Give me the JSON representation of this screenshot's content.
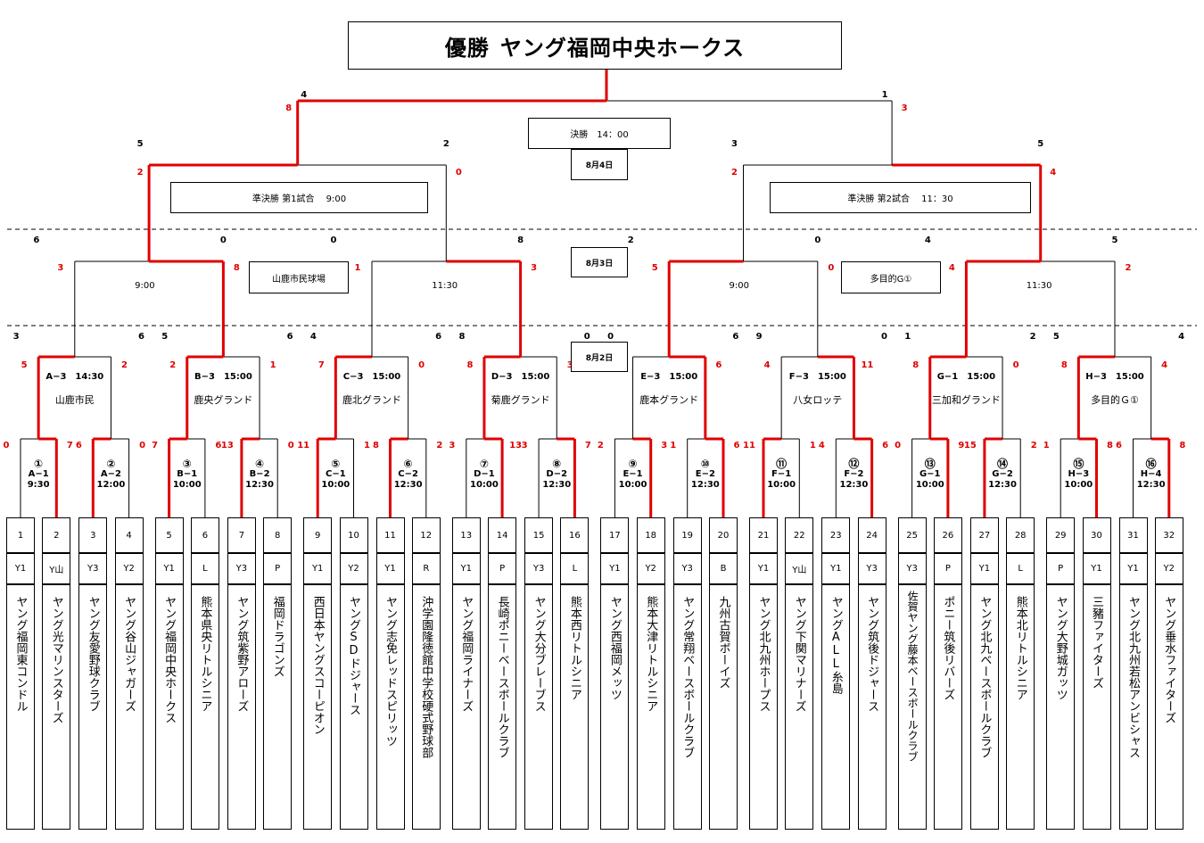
{
  "champion": {
    "label": "優勝",
    "team": "ヤング福岡中央ホークス"
  },
  "final": {
    "label": "決勝　14：00",
    "date": "8月4日",
    "score_left_black": "4",
    "score_right_black": "1",
    "score_left_red": "8",
    "score_right_red": "3"
  },
  "semifinals": [
    {
      "label": "準決勝 第1試合　 9:00"
    },
    {
      "label": "準決勝 第2試合　 11：30"
    }
  ],
  "dates": {
    "day3": "8月3日",
    "day2": "8月2日"
  },
  "round2_venues": [
    "山鹿市民球場",
    "多目的G①"
  ],
  "quarter_times": [
    "9:00",
    "11:30",
    "9:00",
    "11:30"
  ],
  "round2_matches": [
    {
      "code": "A−3　14:30",
      "venue": "山鹿市民"
    },
    {
      "code": "B−3　15:00",
      "venue": "鹿央グランド"
    },
    {
      "code": "C−3　15:00",
      "venue": "鹿北グランド"
    },
    {
      "code": "D−3　15:00",
      "venue": "菊鹿グランド"
    },
    {
      "code": "E−3　15:00",
      "venue": "鹿本グランド"
    },
    {
      "code": "F−3　15:00",
      "venue": "八女ロッテ"
    },
    {
      "code": "G−1　15:00",
      "venue": "三加和グランド"
    },
    {
      "code": "H−3　15:00",
      "venue": "多目的Ｇ①"
    }
  ],
  "round1_matches": [
    {
      "num": "①",
      "code": "A−1",
      "time": "9:30"
    },
    {
      "num": "②",
      "code": "A−2",
      "time": "12:00"
    },
    {
      "num": "③",
      "code": "B−1",
      "time": "10:00"
    },
    {
      "num": "④",
      "code": "B−2",
      "time": "12:30"
    },
    {
      "num": "⑤",
      "code": "C−1",
      "time": "10:00"
    },
    {
      "num": "⑥",
      "code": "C−2",
      "time": "12:30"
    },
    {
      "num": "⑦",
      "code": "D−1",
      "time": "10:00"
    },
    {
      "num": "⑧",
      "code": "D−2",
      "time": "12:30"
    },
    {
      "num": "⑨",
      "code": "E−1",
      "time": "10:00"
    },
    {
      "num": "⑩",
      "code": "E−2",
      "time": "12:30"
    },
    {
      "num": "⑪",
      "code": "F−1",
      "time": "10:00"
    },
    {
      "num": "⑫",
      "code": "F−2",
      "time": "12:30"
    },
    {
      "num": "⑬",
      "code": "G−1",
      "time": "10:00"
    },
    {
      "num": "⑭",
      "code": "G−2",
      "time": "12:30"
    },
    {
      "num": "⑮",
      "code": "H−3",
      "time": "10:00"
    },
    {
      "num": "⑯",
      "code": "H−4",
      "time": "12:30"
    }
  ],
  "teams": [
    {
      "no": "1",
      "league": "Y1",
      "name": "ヤング福岡東コンドル"
    },
    {
      "no": "2",
      "league": "Y山",
      "name": "ヤング光マリンスターズ"
    },
    {
      "no": "3",
      "league": "Y3",
      "name": "ヤング友愛野球クラブ"
    },
    {
      "no": "4",
      "league": "Y2",
      "name": "ヤング谷山ジャガーズ"
    },
    {
      "no": "5",
      "league": "Y1",
      "name": "ヤング福岡中央ホークス"
    },
    {
      "no": "6",
      "league": "L",
      "name": "熊本県央リトルシニア"
    },
    {
      "no": "7",
      "league": "Y3",
      "name": "ヤング筑紫野アローズ"
    },
    {
      "no": "8",
      "league": "P",
      "name": "福岡ドラゴンズ"
    },
    {
      "no": "9",
      "league": "Y1",
      "name": "西日本ヤングスコーピオン"
    },
    {
      "no": "10",
      "league": "Y2",
      "name": "ヤングSDドジャース"
    },
    {
      "no": "11",
      "league": "Y1",
      "name": "ヤング志免レッドスピリッツ"
    },
    {
      "no": "12",
      "league": "R",
      "name": "沖学園隆徳館中学校硬式野球部"
    },
    {
      "no": "13",
      "league": "Y1",
      "name": "ヤング福岡ライナーズ"
    },
    {
      "no": "14",
      "league": "P",
      "name": "長崎ポニーベースボールクラブ"
    },
    {
      "no": "15",
      "league": "Y3",
      "name": "ヤング大分ブレーブス"
    },
    {
      "no": "16",
      "league": "L",
      "name": "熊本西リトルシニア"
    },
    {
      "no": "17",
      "league": "Y1",
      "name": "ヤング西福岡メッツ"
    },
    {
      "no": "18",
      "league": "Y2",
      "name": "熊本大津リトルシニア"
    },
    {
      "no": "19",
      "league": "Y3",
      "name": "ヤング常翔ベースボールクラブ"
    },
    {
      "no": "20",
      "league": "B",
      "name": "九州古賀ボーイズ"
    },
    {
      "no": "21",
      "league": "Y1",
      "name": "ヤング北九州ホープス"
    },
    {
      "no": "22",
      "league": "Y山",
      "name": "ヤング下関マリナーズ"
    },
    {
      "no": "23",
      "league": "Y1",
      "name": "ヤングALL糸島"
    },
    {
      "no": "24",
      "league": "Y3",
      "name": "ヤング筑後ドジャース"
    },
    {
      "no": "25",
      "league": "Y3",
      "name": "佐賀ヤング藤本ベースボールクラブ"
    },
    {
      "no": "26",
      "league": "P",
      "name": "ポニー筑後リバーズ"
    },
    {
      "no": "27",
      "league": "Y1",
      "name": "ヤング北九ベースボールクラブ"
    },
    {
      "no": "28",
      "league": "L",
      "name": "熊本北リトルシニア"
    },
    {
      "no": "29",
      "league": "P",
      "name": "ヤング大野城ガッツ"
    },
    {
      "no": "30",
      "league": "Y1",
      "name": "三豬ファイターズ"
    },
    {
      "no": "31",
      "league": "Y1",
      "name": "ヤング北九州若松アンビシャス"
    },
    {
      "no": "32",
      "league": "Y2",
      "name": "ヤング垂水ファイターズ"
    }
  ],
  "r1_scores": [
    [
      "0",
      "7"
    ],
    [
      "6",
      "0"
    ],
    [
      "7",
      "6"
    ],
    [
      "13",
      "0"
    ],
    [
      "11",
      "1"
    ],
    [
      "8",
      "2"
    ],
    [
      "3",
      "13"
    ],
    [
      "3",
      "7"
    ],
    [
      "2",
      "3"
    ],
    [
      "1",
      "6"
    ],
    [
      "11",
      "1"
    ],
    [
      "4",
      "6"
    ],
    [
      "0",
      "9"
    ],
    [
      "15",
      "2"
    ],
    [
      "1",
      "8"
    ],
    [
      "6",
      "8"
    ]
  ],
  "r2_black": [
    [
      "3",
      "6"
    ],
    [
      "5",
      "6"
    ],
    [
      "4",
      "6"
    ],
    [
      "8",
      "0"
    ],
    [
      "0",
      "6"
    ],
    [
      "9",
      "0"
    ],
    [
      "1",
      "2"
    ],
    [
      "5",
      "4"
    ]
  ],
  "r2_red": [
    [
      "5",
      "2"
    ],
    [
      "2",
      "1"
    ],
    [
      "7",
      "0"
    ],
    [
      "8",
      "3"
    ],
    [
      "2",
      "6"
    ],
    [
      "4",
      "11"
    ],
    [
      "8",
      "0"
    ],
    [
      "8",
      "4"
    ]
  ],
  "qf_black": [
    [
      "6",
      "0"
    ],
    [
      "0",
      "8"
    ],
    [
      "2",
      "0"
    ],
    [
      "4",
      "5"
    ]
  ],
  "qf_red": [
    [
      "3",
      "8"
    ],
    [
      "1",
      "3"
    ],
    [
      "5",
      "0"
    ],
    [
      "4",
      "2"
    ]
  ],
  "sf_black": [
    [
      "5",
      "2"
    ],
    [
      "3",
      "5"
    ]
  ],
  "sf_red": [
    [
      "2",
      "0"
    ],
    [
      "2",
      "4"
    ]
  ],
  "colors": {
    "winner_line": "#e00000",
    "loser_line": "#000000",
    "winner_score": "#e00000"
  }
}
